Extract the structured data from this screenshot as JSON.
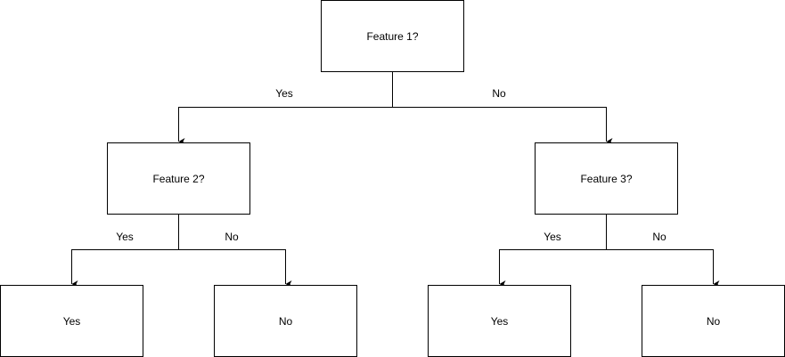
{
  "diagram": {
    "nodes": {
      "root": "Feature 1?",
      "feature2": "Feature 2?",
      "feature3": "Feature 3?",
      "leaf1": "Yes",
      "leaf2": "No",
      "leaf3": "Yes",
      "leaf4": "No"
    },
    "edges": {
      "root_yes": "Yes",
      "root_no": "No",
      "feature2_yes": "Yes",
      "feature2_no": "No",
      "feature3_yes": "Yes",
      "feature3_no": "No"
    },
    "colors": {
      "stroke": "#000000",
      "fill": "#ffffff",
      "text": "#000000"
    }
  }
}
